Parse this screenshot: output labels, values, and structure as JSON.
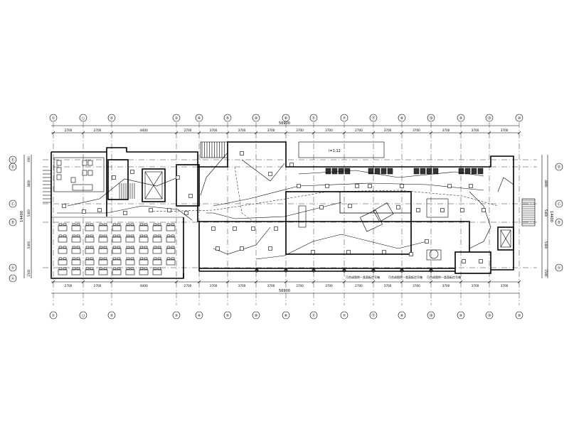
{
  "grid": {
    "columns": [
      "①",
      "○",
      "②",
      "③",
      "④",
      "⑤",
      "⑩",
      "⑥",
      "⑪",
      "⑦",
      "⑰",
      "⑧",
      "⑱",
      "⑨",
      "⑲",
      "⑩"
    ],
    "rows_left": [
      "Ⓔ",
      "Ⓓ",
      "Ⓒ",
      "Ⓑ",
      "Ⓐ",
      "Ⓐ"
    ],
    "rows_right": [
      "Ⓓ",
      "Ⓒ",
      "Ⓑ",
      "Ⓐ"
    ]
  },
  "dimensions": {
    "top_spans": [
      "2700",
      "2700",
      "8400",
      "2700",
      "3700",
      "3700",
      "3700",
      "3700",
      "3700",
      "2700",
      "3700",
      "3700",
      "3700",
      "3700",
      "3700"
    ],
    "top_total": "56900",
    "bottom_spans": [
      "2700",
      "2700",
      "8400",
      "2700",
      "3700",
      "3700",
      "3700",
      "3700",
      "3700",
      "2700",
      "3700",
      "3700",
      "3700",
      "3700",
      "3700"
    ],
    "bottom_total": "56900",
    "left_rows": [
      "600",
      "4800",
      "5400",
      "5400",
      "1500"
    ],
    "left_total": "14400",
    "right_rows": [
      "4800",
      "5400",
      "5400",
      "1500"
    ],
    "right_total": "14400"
  },
  "annotations": {
    "slope": "i=1:12",
    "bottom_notes": [
      "可合成图例一类面板信号箱",
      "可合成图例一类面板信号箱",
      "可合成图例一类面板信号箱"
    ]
  }
}
